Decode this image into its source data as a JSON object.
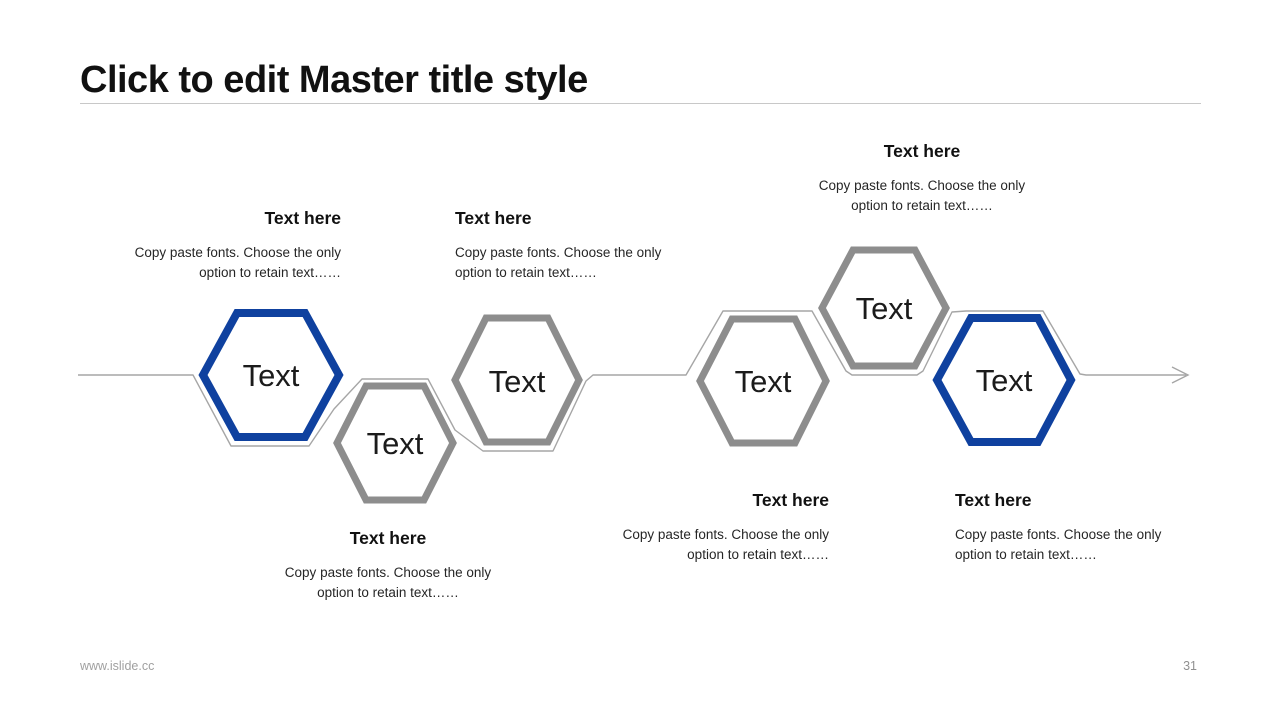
{
  "slide": {
    "title": "Click to edit Master title style",
    "footer_url": "www.islide.cc",
    "page_number": "31"
  },
  "colors": {
    "accent_blue": "#0f419f",
    "node_gray": "#8d8d8d",
    "connector_gray": "#a6a6a6",
    "divider_gray": "#c8c8c8",
    "heading_black": "#111111",
    "body_text": "#262626",
    "footer_gray": "#a0a0a0"
  },
  "nodes": [
    {
      "label": "Text",
      "color": "#0f419f",
      "style": "blue"
    },
    {
      "label": "Text",
      "color": "#8d8d8d",
      "style": "gray"
    },
    {
      "label": "Text",
      "color": "#8d8d8d",
      "style": "gray"
    },
    {
      "label": "Text",
      "color": "#8d8d8d",
      "style": "gray"
    },
    {
      "label": "Text",
      "color": "#8d8d8d",
      "style": "gray"
    },
    {
      "label": "Text",
      "color": "#0f419f",
      "style": "blue"
    }
  ],
  "blocks": [
    {
      "heading": "Text here",
      "body_line1": "Copy paste fonts. Choose the only",
      "body_line2": "option to retain text……",
      "align": "right"
    },
    {
      "heading": "Text here",
      "body_line1": "Copy paste fonts. Choose the only",
      "body_line2": "option to retain text……",
      "align": "left"
    },
    {
      "heading": "Text here",
      "body_line1": "Copy paste fonts. Choose the only",
      "body_line2": "option to retain text……",
      "align": "center"
    },
    {
      "heading": "Text here",
      "body_line1": "Copy paste fonts. Choose the only",
      "body_line2": "option to retain text……",
      "align": "center"
    },
    {
      "heading": "Text here",
      "body_line1": "Copy paste fonts. Choose the only",
      "body_line2": "option to retain text……",
      "align": "right"
    },
    {
      "heading": "Text here",
      "body_line1": "Copy paste fonts. Choose the only",
      "body_line2": "option to retain text……",
      "align": "left"
    }
  ]
}
